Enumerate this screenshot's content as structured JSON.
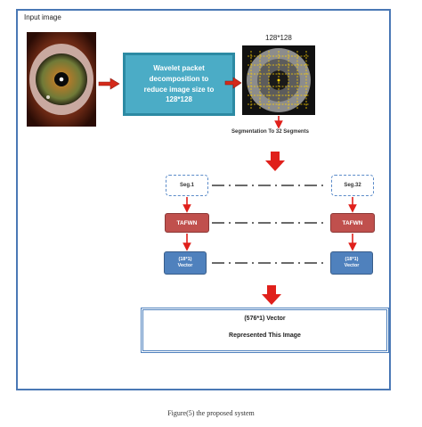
{
  "input": {
    "label": "Input image"
  },
  "wavelet": {
    "line1": "Wavelet packet",
    "line2": "decomposition to",
    "line3": "reduce image size to",
    "line4": "128*128"
  },
  "segmented": {
    "title": "128*128",
    "caption": "Segmentation To 32 Segments"
  },
  "segments": {
    "first": {
      "seg": "Seg.1",
      "tafwn": "TAFWN",
      "vec_size": "(18*1)",
      "vec_label": "Vector"
    },
    "last": {
      "seg": "Seg.32",
      "tafwn": "TAFWN",
      "vec_size": "(18*1)",
      "vec_label": "Vector"
    }
  },
  "output": {
    "line1": "(576*1) Vector",
    "line2": "Represented This Image"
  },
  "caption": "Figure(5) the proposed system",
  "colors": {
    "frame": "#4a78b5",
    "wavelet": "#4bacc6",
    "tafwn": "#c0504d",
    "vector": "#4f81bd",
    "arrow": "#e0201b"
  }
}
